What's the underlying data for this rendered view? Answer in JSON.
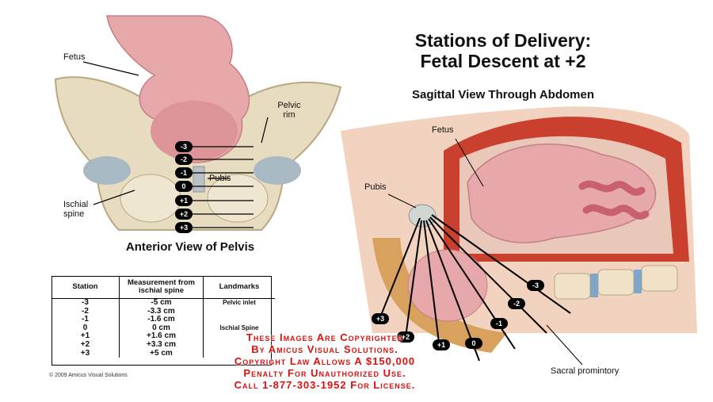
{
  "title": {
    "line1": "Stations of Delivery:",
    "line2": "Fetal Descent at +2"
  },
  "subtitle": "Sagittal View Through Abdomen",
  "anterior_caption": "Anterior View of Pelvis",
  "labels": {
    "fetus_left": "Fetus",
    "pelvic_rim_1": "Pelvic",
    "pelvic_rim_2": "rim",
    "pubis_left": "Pubis",
    "ischial_1": "Ischial",
    "ischial_2": "spine",
    "fetus_right": "Fetus",
    "pubis_right": "Pubis",
    "sacral": "Sacral promintory"
  },
  "stations_left": [
    "-3",
    "-2",
    "-1",
    "0",
    "+1",
    "+2",
    "+3"
  ],
  "stations_right": [
    "+3",
    "+2",
    "+1",
    "0",
    "-1",
    "-2",
    "-3"
  ],
  "table": {
    "headers": [
      "Station",
      "Measurement from ischial spine",
      "Landmarks"
    ],
    "rows": [
      {
        "station": "-3",
        "measurement": "-5 cm",
        "landmark": "Pelvic inlet"
      },
      {
        "station": "-2",
        "measurement": "-3.3 cm",
        "landmark": ""
      },
      {
        "station": "-1",
        "measurement": "-1.6 cm",
        "landmark": ""
      },
      {
        "station": "0",
        "measurement": "0 cm",
        "landmark": "Ischial Spine"
      },
      {
        "station": "+1",
        "measurement": "+1.6 cm",
        "landmark": ""
      },
      {
        "station": "+2",
        "measurement": "+3.3 cm",
        "landmark": ""
      },
      {
        "station": "+3",
        "measurement": "+5 cm",
        "landmark": ""
      }
    ]
  },
  "copyright": "© 2009 Amicus Visual Solutions",
  "watermark": [
    "These Images Are Copyrighted",
    "By Amicus Visual Solutions.",
    "Copyright Law Allows A $150,000",
    "Penalty For Unauthorized Use.",
    "Call 1-877-303-1952 For License."
  ],
  "colors": {
    "bone": "#e8dcc0",
    "fetus_skin": "#e6a8ab",
    "muscle": "#c9402f",
    "spine_disc": "#7fa6c8",
    "watermark": "#d8120f"
  }
}
